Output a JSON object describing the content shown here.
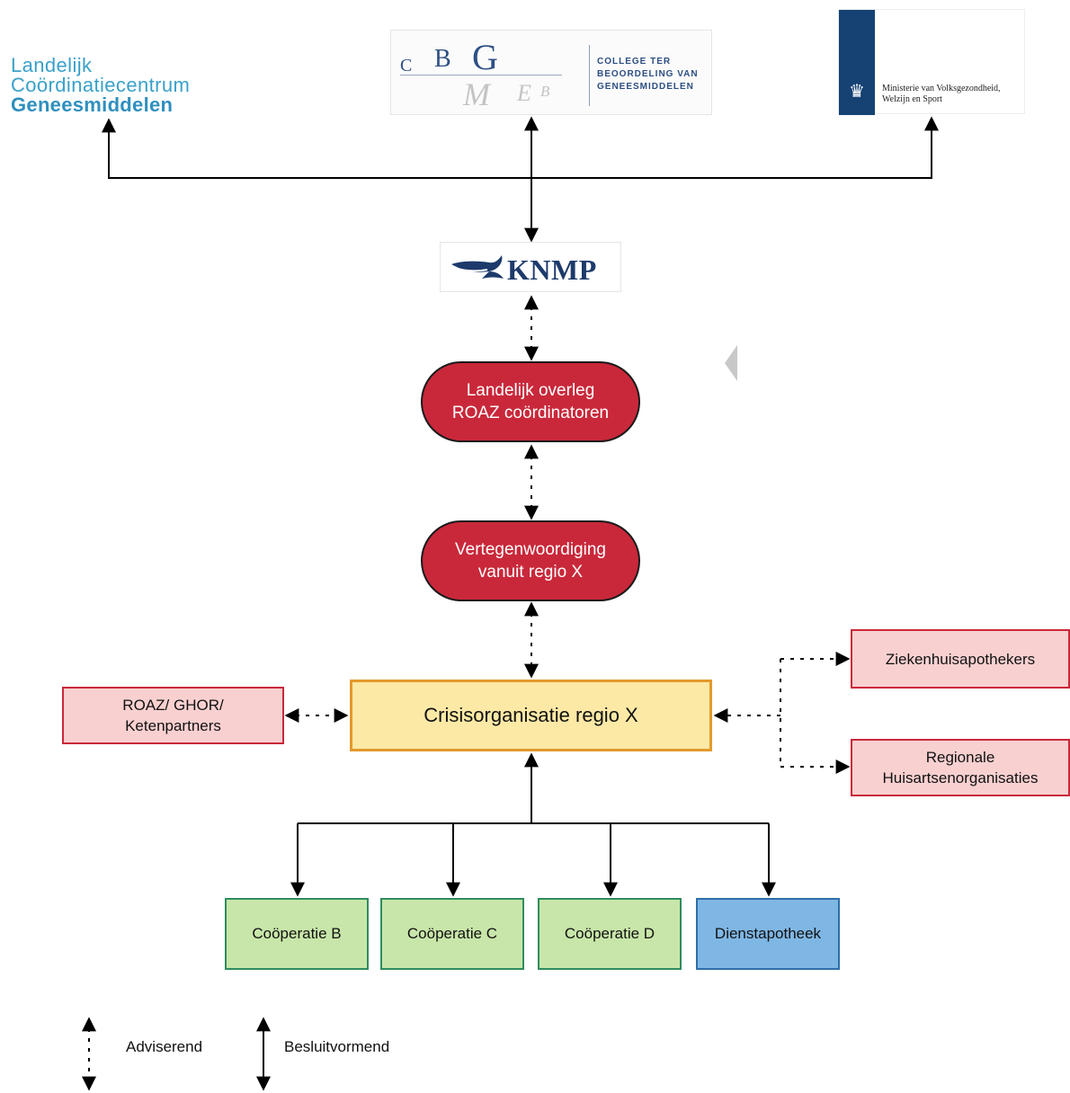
{
  "logos": {
    "lcg": {
      "line1": "Landelijk",
      "line2": "Coördinatiecentrum",
      "line3": "Geneesmiddelen"
    },
    "cbg": {
      "c": "C",
      "b": "B",
      "g": "G",
      "m": "M",
      "e": "E",
      "b2": "B",
      "text_line1": "COLLEGE TER",
      "text_line2": "BEOORDELING VAN",
      "text_line3": "GENEESMIDDELEN"
    },
    "ministry": {
      "line1": "Ministerie van Volksgezondheid,",
      "line2": "Welzijn en Sport"
    },
    "knmp": {
      "word": "KNMP"
    }
  },
  "nodes": {
    "landelijk_overleg": {
      "line1": "Landelijk overleg",
      "line2": "ROAZ coördinatoren"
    },
    "vertegenwoordiging": {
      "line1": "Vertegenwoordiging",
      "line2": "vanuit regio X"
    },
    "crisisorganisatie": "Crisisorganisatie regio X",
    "roaz": {
      "line1": "ROAZ/ GHOR/",
      "line2": "Ketenpartners"
    },
    "ziekenhuis": "Ziekenhuisapothekers",
    "huisarts": {
      "line1": "Regionale",
      "line2": "Huisartsenorganisaties"
    },
    "coop_b": "Coöperatie B",
    "coop_c": "Coöperatie C",
    "coop_d": "Coöperatie D",
    "dienstapotheek": "Dienstapotheek"
  },
  "legend": {
    "dotted": "Adviserend",
    "solid": "Besluitvormend"
  },
  "colors": {
    "pill_red": "#c9283a",
    "crisis_fill": "#fde9a6",
    "crisis_border": "#e39a2c",
    "partner_fill": "#f9d0d0",
    "coop_green": "#c8e6a9",
    "dienst_blue": "#7fb7e4"
  }
}
